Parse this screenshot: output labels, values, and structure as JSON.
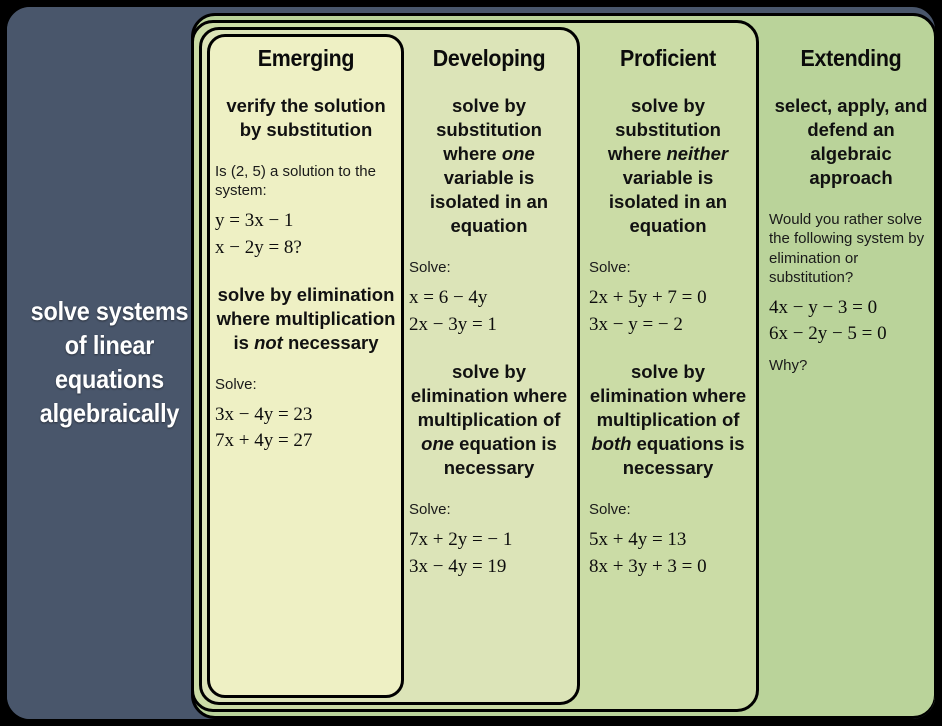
{
  "standard": {
    "title": "solve systems of linear equations algebraically",
    "panel_color": "#49566b",
    "text_color": "#ffffff"
  },
  "frame": {
    "background": "#49566b",
    "border_color": "#000000"
  },
  "columns": [
    {
      "key": "emerging",
      "header": "Emerging",
      "background": "#eef0c4",
      "blocks": [
        {
          "type": "descriptor",
          "text": "verify the solution by substitution"
        },
        {
          "type": "prompt",
          "text": "Is (2, 5) a solution to the system:"
        },
        {
          "type": "equations",
          "lines": [
            "y = 3x − 1",
            "x − 2y = 8?"
          ]
        },
        {
          "type": "descriptor",
          "text": "solve by elimination where multiplication is not necessary",
          "italic_words": [
            "not"
          ]
        },
        {
          "type": "prompt",
          "text": "Solve:"
        },
        {
          "type": "equations",
          "lines": [
            "3x − 4y = 23",
            "7x + 4y = 27"
          ]
        }
      ]
    },
    {
      "key": "developing",
      "header": "Developing",
      "background": "#dce4b8",
      "blocks": [
        {
          "type": "descriptor",
          "text": "solve by substitution where one variable is isolated in an equation",
          "italic_words": [
            "one"
          ]
        },
        {
          "type": "prompt",
          "text": "Solve:"
        },
        {
          "type": "equations",
          "lines": [
            "x = 6 − 4y",
            "2x − 3y = 1"
          ]
        },
        {
          "type": "descriptor",
          "text": "solve by elimination where multiplication of one equation is necessary",
          "italic_words": [
            "one"
          ]
        },
        {
          "type": "prompt",
          "text": "Solve:"
        },
        {
          "type": "equations",
          "lines": [
            "7x + 2y = − 1",
            "3x − 4y = 19"
          ]
        }
      ]
    },
    {
      "key": "proficient",
      "header": "Proficient",
      "background": "#cbdca6",
      "blocks": [
        {
          "type": "descriptor",
          "text": "solve by substitution where neither variable is isolated in an equation",
          "italic_words": [
            "neither"
          ]
        },
        {
          "type": "prompt",
          "text": "Solve:"
        },
        {
          "type": "equations",
          "lines": [
            "2x + 5y + 7 = 0",
            "3x − y = − 2"
          ]
        },
        {
          "type": "descriptor",
          "text": "solve by elimination where multiplication of both equations is necessary",
          "italic_words": [
            "both"
          ]
        },
        {
          "type": "prompt",
          "text": "Solve:"
        },
        {
          "type": "equations",
          "lines": [
            "5x + 4y = 13",
            "8x + 3y + 3 = 0"
          ]
        }
      ]
    },
    {
      "key": "extending",
      "header": "Extending",
      "background": "#bad39a",
      "blocks": [
        {
          "type": "descriptor",
          "text": "select, apply, and defend an algebraic approach"
        },
        {
          "type": "prompt",
          "text": "Would you rather solve the following system by elimination or substitution?"
        },
        {
          "type": "equations",
          "lines": [
            "4x − y − 3 = 0",
            "6x − 2y − 5 = 0"
          ]
        },
        {
          "type": "prompt",
          "text": "Why?"
        }
      ]
    }
  ],
  "emerging": {
    "header": "Emerging",
    "descriptor_1": "verify the solution by substitution",
    "prompt_1": "Is (2, 5) a solution to the system:",
    "equations_1": "y = 3x − 1\nx − 2y = 8?",
    "descriptor_2_pre": "solve by elimination where multiplication is ",
    "descriptor_2_em": "not",
    "descriptor_2_post": " necessary",
    "prompt_2": "Solve:",
    "equations_2": "3x − 4y = 23\n7x + 4y = 27"
  },
  "developing": {
    "header": "Developing",
    "descriptor_1_pre": "solve by substitution where ",
    "descriptor_1_em": "one",
    "descriptor_1_post": " variable is isolated in an equation",
    "prompt_1": "Solve:",
    "equations_1": "x = 6 − 4y\n2x − 3y = 1",
    "descriptor_2_pre": "solve by elimination where multiplication of ",
    "descriptor_2_em": "one",
    "descriptor_2_post": " equation is necessary",
    "prompt_2": "Solve:",
    "equations_2": "7x + 2y = − 1\n3x − 4y = 19"
  },
  "proficient": {
    "header": "Proficient",
    "descriptor_1_pre": "solve by substitution where ",
    "descriptor_1_em": "neither",
    "descriptor_1_post": " variable is isolated in an equation",
    "prompt_1": "Solve:",
    "equations_1": "2x + 5y + 7 = 0\n3x − y = − 2",
    "descriptor_2_pre": "solve by elimination where multiplication of ",
    "descriptor_2_em": "both",
    "descriptor_2_post": " equations is necessary",
    "prompt_2": "Solve:",
    "equations_2": "5x + 4y = 13\n8x + 3y + 3 = 0"
  },
  "extending": {
    "header": "Extending",
    "descriptor_1": "select, apply, and defend an algebraic approach",
    "prompt_1": "Would you rather solve the following system by elimination or substitution?",
    "equations_1": "4x − y − 3 = 0\n6x − 2y − 5 = 0",
    "prompt_2": "Why?"
  }
}
